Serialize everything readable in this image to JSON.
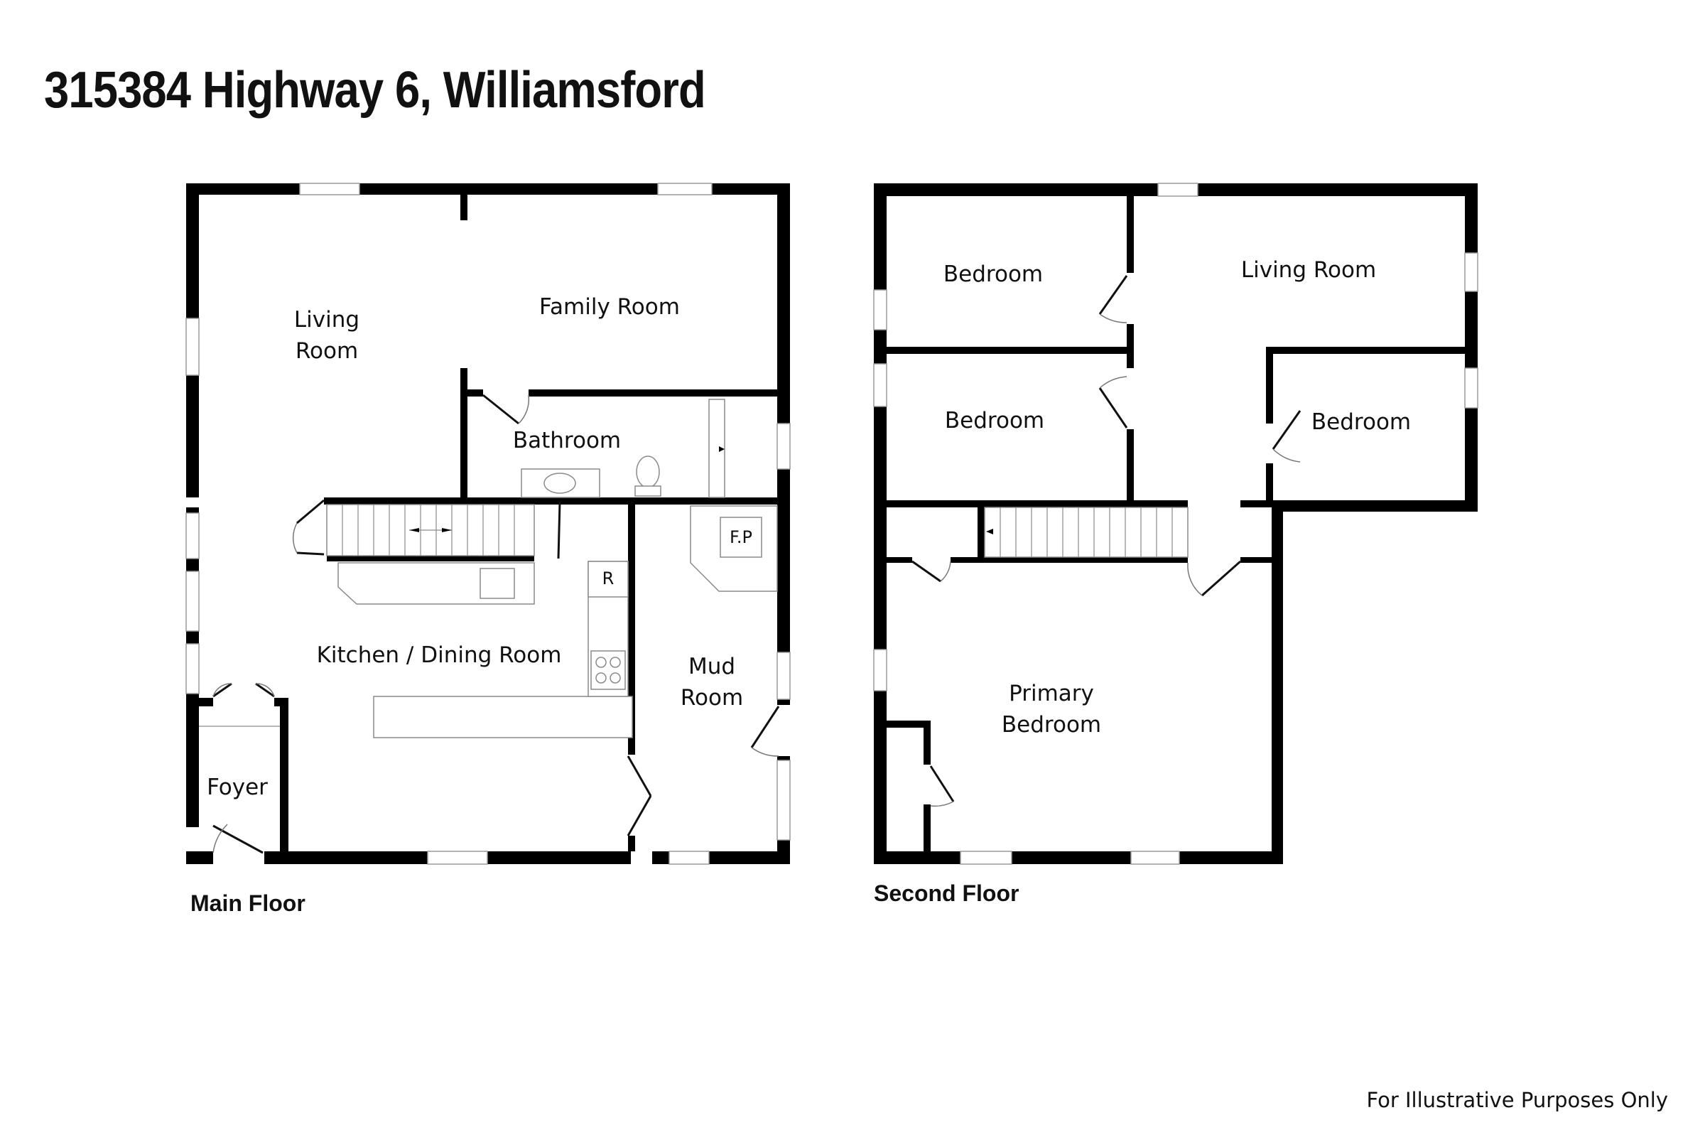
{
  "title": "315384 Highway 6, Williamsford",
  "disclaimer": "For Illustrative Purposes Only",
  "main_floor": {
    "label": "Main Floor",
    "rooms": {
      "living_room": [
        "Living",
        "Room"
      ],
      "family_room": "Family Room",
      "bathroom": "Bathroom",
      "kitchen_dining": "Kitchen / Dining Room",
      "mud_room": [
        "Mud",
        "Room"
      ],
      "foyer": "Foyer"
    },
    "fixtures": {
      "refrigerator": "R",
      "fireplace": "F.P"
    }
  },
  "second_floor": {
    "label": "Second Floor",
    "rooms": {
      "bedroom_top_left": "Bedroom",
      "bedroom_middle_left": "Bedroom",
      "living_room": "Living Room",
      "bedroom_right": "Bedroom",
      "primary_bedroom": [
        "Primary",
        "Bedroom"
      ]
    }
  },
  "colors": {
    "wall": "#000000",
    "fixture": "#8a8a8a",
    "background": "#ffffff"
  }
}
